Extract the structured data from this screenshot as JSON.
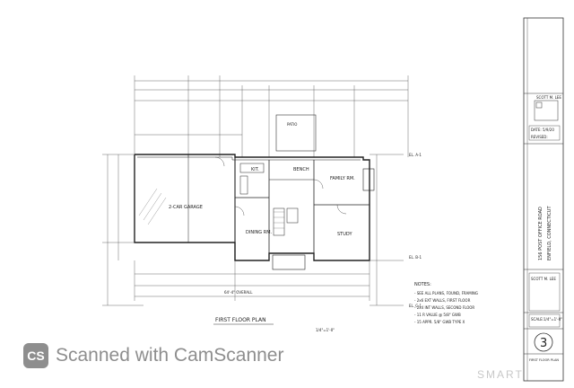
{
  "drawing": {
    "plan_title": "FIRST FLOOR PLAN",
    "plan_scale": "1/4\"=1'-0\"",
    "rooms": {
      "garage": "2-CAR GARAGE",
      "kitchen": "KIT.",
      "bench": "BENCH",
      "family": "FAMILY RM.",
      "dining": "DINING RM.",
      "study": "STUDY",
      "patio": "PATIO"
    },
    "overall_dimension": "64'-4\" OVERALL",
    "notes_title": "NOTES:",
    "notes": [
      "- SEE ALL PLANS, FOUND, FRAMING",
      "- 2x6 EXT WALLS, FIRST FLOOR",
      "- 2x4 INT WALLS, SECOND FLOOR",
      "- 11 R VALUE @ 5/8\" GWB",
      "- 15 APPR. 5/8\" GWB TYPE X"
    ],
    "levels": [
      "EL. A-1",
      "EL. B-1",
      "EL. C-1"
    ]
  },
  "title_block": {
    "firm": "SCOTT M. LEE",
    "date_label": "DATE:",
    "date_value": "5/9/20",
    "revised_label": "REVISED:",
    "project_line1": "156 POST OFFICE ROAD",
    "project_line2": "ENFIELD, CONNECTICUT",
    "contact": "SCOTT M. LEE",
    "scale_label": "SCALE:",
    "scale_value": "1/4\"=1'-0\"",
    "sheet_number": "3",
    "sheet_name": "FIRST FLOOR PLAN"
  },
  "watermark": {
    "logo": "CS",
    "text": "Scanned with CamScanner",
    "brand": "SMART"
  }
}
